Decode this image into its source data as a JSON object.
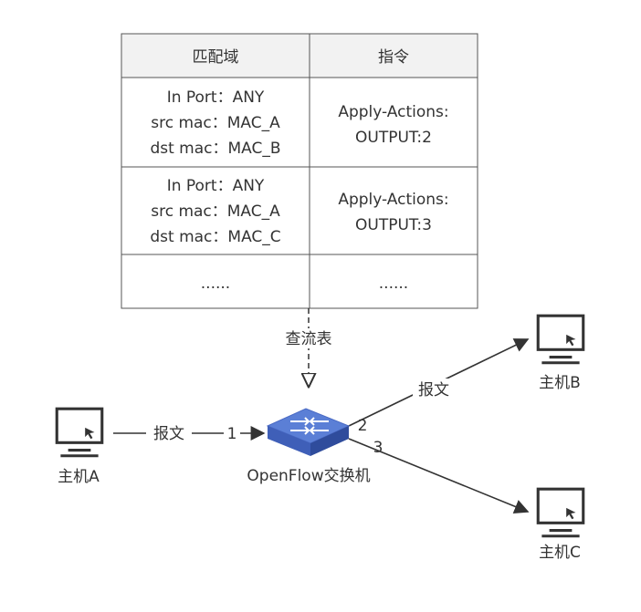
{
  "flow_table": {
    "header": {
      "match_field": "匹配域",
      "instruction": "指令"
    },
    "rows": [
      {
        "match_lines": [
          "In Port：ANY",
          "src mac：MAC_A",
          "dst mac：MAC_B"
        ],
        "instruction_lines": [
          "Apply-Actions:",
          "OUTPUT:2"
        ]
      },
      {
        "match_lines": [
          "In Port：ANY",
          "src mac：MAC_A",
          "dst mac：MAC_C"
        ],
        "instruction_lines": [
          "Apply-Actions:",
          "OUTPUT:3"
        ]
      },
      {
        "match_lines": [
          "......"
        ],
        "instruction_lines": [
          "......"
        ]
      }
    ]
  },
  "lookup_label": "查流表",
  "switch_label": "OpenFlow交换机",
  "hosts": {
    "a": "主机A",
    "b": "主机B",
    "c": "主机C"
  },
  "links": {
    "a_to_switch": {
      "label": "报文",
      "port": "1"
    },
    "switch_to_b": {
      "label": "报文",
      "port": "2"
    },
    "switch_to_c": {
      "port": "3"
    }
  },
  "colors": {
    "switch_top": "#5b7fd6",
    "switch_side": "#3f5fb8",
    "header_fill": "#f2f2f2",
    "line": "#333333"
  }
}
